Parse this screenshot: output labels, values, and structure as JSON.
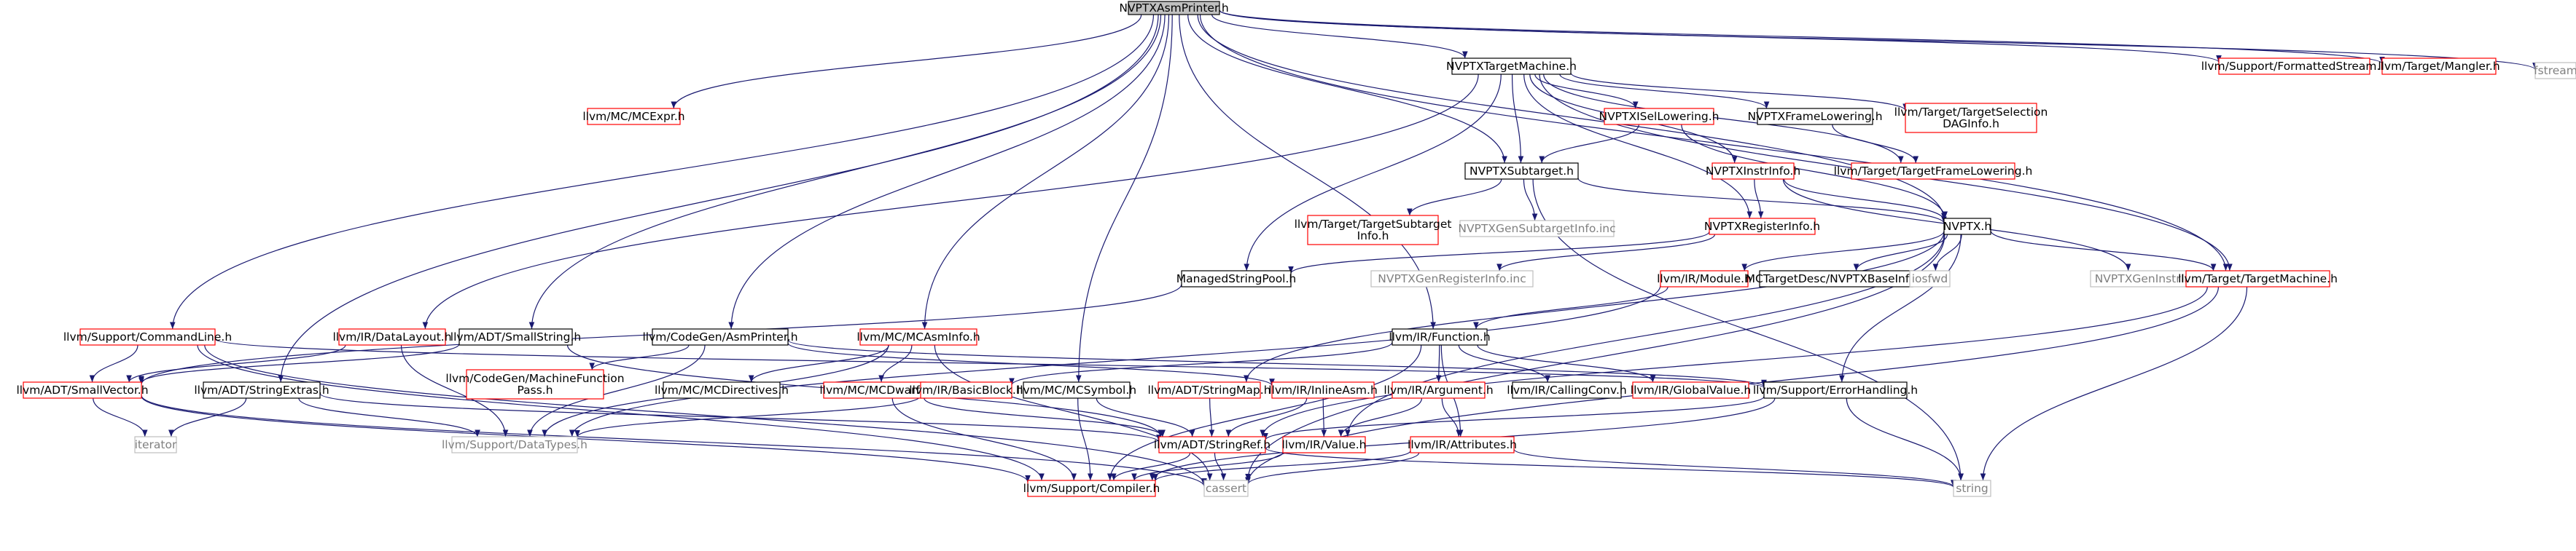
{
  "colors": {
    "edge": "#191970",
    "black_border": "#000000",
    "red_border": "#ff0000",
    "gray_border": "#bfbfbf",
    "root_fill": "#bfbfbf",
    "node_fill": "#ffffff",
    "text": "#000000",
    "gray_text": "#808080"
  },
  "nodes": {
    "NVPTXAsmPrinter_h": {
      "label": "NVPTXAsmPrinter.h",
      "style": "root"
    },
    "fstream": {
      "label": "fstream",
      "style": "plain"
    },
    "FormattedStream_h": {
      "label": "llvm/Support/FormattedStream.h",
      "style": "red"
    },
    "Mangler_h": {
      "label": "llvm/Target/Mangler.h",
      "style": "red"
    },
    "NVPTXTargetMachine_h": {
      "label": "NVPTXTargetMachine.h",
      "style": "black"
    },
    "MCExpr_h": {
      "label": "llvm/MC/MCExpr.h",
      "style": "red"
    },
    "NVPTXISelLowering_h": {
      "label": "NVPTXISelLowering.h",
      "style": "red"
    },
    "NVPTXFrameLowering_h": {
      "label": "NVPTXFrameLowering.h",
      "style": "black"
    },
    "TargetSelectionDAGInfo_h": {
      "label": [
        "llvm/Target/TargetSelection",
        "DAGInfo.h"
      ],
      "style": "red"
    },
    "NVPTXSubtarget_h": {
      "label": "NVPTXSubtarget.h",
      "style": "black"
    },
    "NVPTXInstrInfo_h": {
      "label": "NVPTXInstrInfo.h",
      "style": "red"
    },
    "TargetFrameLowering_h": {
      "label": "llvm/Target/TargetFrameLowering.h",
      "style": "red"
    },
    "TargetSubtargetInfo_h": {
      "label": [
        "llvm/Target/TargetSubtarget",
        "Info.h"
      ],
      "style": "red"
    },
    "NVPTXGenSubtargetInfo_inc": {
      "label": "NVPTXGenSubtargetInfo.inc",
      "style": "plain"
    },
    "NVPTXRegisterInfo_h": {
      "label": "NVPTXRegisterInfo.h",
      "style": "red"
    },
    "NVPTX_h": {
      "label": "NVPTX.h",
      "style": "black"
    },
    "ManagedStringPool_h": {
      "label": "ManagedStringPool.h",
      "style": "black"
    },
    "NVPTXGenRegisterInfo_inc": {
      "label": "NVPTXGenRegisterInfo.inc",
      "style": "plain"
    },
    "Module_h": {
      "label": "llvm/IR/Module.h",
      "style": "red"
    },
    "NVPTXBaseInfo_h": {
      "label": "MCTargetDesc/NVPTXBaseInfo.h",
      "style": "black"
    },
    "iosfwd": {
      "label": "iosfwd",
      "style": "plain"
    },
    "NVPTXGenInstrInfo_inc": {
      "label": "NVPTXGenInstrInfo.inc",
      "style": "plain"
    },
    "TargetMachine_h": {
      "label": "llvm/Target/TargetMachine.h",
      "style": "red"
    },
    "CommandLine_h": {
      "label": "llvm/Support/CommandLine.h",
      "style": "red"
    },
    "DataLayout_h": {
      "label": "llvm/IR/DataLayout.h",
      "style": "red"
    },
    "SmallString_h": {
      "label": "llvm/ADT/SmallString.h",
      "style": "black"
    },
    "AsmPrinter_h": {
      "label": "llvm/CodeGen/AsmPrinter.h",
      "style": "black"
    },
    "MCAsmInfo_h": {
      "label": "llvm/MC/MCAsmInfo.h",
      "style": "red"
    },
    "Function_h": {
      "label": "llvm/IR/Function.h",
      "style": "black"
    },
    "SmallVector_h": {
      "label": "llvm/ADT/SmallVector.h",
      "style": "red"
    },
    "StringExtras_h": {
      "label": "llvm/ADT/StringExtras.h",
      "style": "black"
    },
    "MachineFunctionPass_h": {
      "label": [
        "llvm/CodeGen/MachineFunction",
        "Pass.h"
      ],
      "style": "red"
    },
    "MCDirectives_h": {
      "label": "llvm/MC/MCDirectives.h",
      "style": "black"
    },
    "MCDwarf_h": {
      "label": "llvm/MC/MCDwarf.h",
      "style": "red"
    },
    "BasicBlock_h": {
      "label": "llvm/IR/BasicBlock.h",
      "style": "red"
    },
    "MCSymbol_h": {
      "label": "llvm/MC/MCSymbol.h",
      "style": "black"
    },
    "StringMap_h": {
      "label": "llvm/ADT/StringMap.h",
      "style": "red"
    },
    "InlineAsm_h": {
      "label": "llvm/IR/InlineAsm.h",
      "style": "red"
    },
    "Argument_h": {
      "label": "llvm/IR/Argument.h",
      "style": "red"
    },
    "CallingConv_h": {
      "label": "llvm/IR/CallingConv.h",
      "style": "black"
    },
    "GlobalValue_h": {
      "label": "llvm/IR/GlobalValue.h",
      "style": "red"
    },
    "ErrorHandling_h": {
      "label": "llvm/Support/ErrorHandling.h",
      "style": "black"
    },
    "iterator": {
      "label": "iterator",
      "style": "plain"
    },
    "DataTypes_h": {
      "label": "llvm/Support/DataTypes.h",
      "style": "plain"
    },
    "StringRef_h": {
      "label": "llvm/ADT/StringRef.h",
      "style": "red"
    },
    "Value_h": {
      "label": "llvm/IR/Value.h",
      "style": "red"
    },
    "Attributes_h": {
      "label": "llvm/IR/Attributes.h",
      "style": "red"
    },
    "Compiler_h": {
      "label": "llvm/Support/Compiler.h",
      "style": "red"
    },
    "cassert": {
      "label": "cassert",
      "style": "plain"
    },
    "string": {
      "label": "string",
      "style": "plain"
    }
  },
  "edges": [
    [
      "NVPTXAsmPrinter_h",
      "NVPTXTargetMachine_h"
    ],
    [
      "NVPTXAsmPrinter_h",
      "fstream"
    ],
    [
      "NVPTXAsmPrinter_h",
      "FormattedStream_h"
    ],
    [
      "NVPTXAsmPrinter_h",
      "Mangler_h"
    ],
    [
      "NVPTXAsmPrinter_h",
      "MCExpr_h"
    ],
    [
      "NVPTXAsmPrinter_h",
      "NVPTXSubtarget_h"
    ],
    [
      "NVPTXAsmPrinter_h",
      "NVPTX_h"
    ],
    [
      "NVPTXAsmPrinter_h",
      "TargetMachine_h"
    ],
    [
      "NVPTXAsmPrinter_h",
      "CommandLine_h"
    ],
    [
      "NVPTXAsmPrinter_h",
      "SmallString_h"
    ],
    [
      "NVPTXAsmPrinter_h",
      "AsmPrinter_h"
    ],
    [
      "NVPTXAsmPrinter_h",
      "MCAsmInfo_h"
    ],
    [
      "NVPTXAsmPrinter_h",
      "Function_h"
    ],
    [
      "NVPTXAsmPrinter_h",
      "StringExtras_h"
    ],
    [
      "NVPTXAsmPrinter_h",
      "MCSymbol_h"
    ],
    [
      "NVPTXTargetMachine_h",
      "NVPTXISelLowering_h"
    ],
    [
      "NVPTXTargetMachine_h",
      "NVPTXFrameLowering_h"
    ],
    [
      "NVPTXTargetMachine_h",
      "TargetSelectionDAGInfo_h"
    ],
    [
      "NVPTXTargetMachine_h",
      "NVPTXSubtarget_h"
    ],
    [
      "NVPTXTargetMachine_h",
      "NVPTXInstrInfo_h"
    ],
    [
      "NVPTXTargetMachine_h",
      "TargetFrameLowering_h"
    ],
    [
      "NVPTXTargetMachine_h",
      "NVPTXRegisterInfo_h"
    ],
    [
      "NVPTXTargetMachine_h",
      "ManagedStringPool_h"
    ],
    [
      "NVPTXTargetMachine_h",
      "TargetMachine_h"
    ],
    [
      "NVPTXTargetMachine_h",
      "DataLayout_h"
    ],
    [
      "NVPTXISelLowering_h",
      "NVPTXSubtarget_h"
    ],
    [
      "NVPTXISelLowering_h",
      "NVPTX_h"
    ],
    [
      "NVPTXFrameLowering_h",
      "TargetFrameLowering_h"
    ],
    [
      "NVPTXSubtarget_h",
      "TargetSubtargetInfo_h"
    ],
    [
      "NVPTXSubtarget_h",
      "NVPTXGenSubtargetInfo_inc"
    ],
    [
      "NVPTXSubtarget_h",
      "NVPTX_h"
    ],
    [
      "NVPTXSubtarget_h",
      "string"
    ],
    [
      "NVPTXInstrInfo_h",
      "NVPTXRegisterInfo_h"
    ],
    [
      "NVPTXInstrInfo_h",
      "NVPTX_h"
    ],
    [
      "NVPTXInstrInfo_h",
      "NVPTXGenInstrInfo_inc"
    ],
    [
      "NVPTXRegisterInfo_h",
      "ManagedStringPool_h"
    ],
    [
      "NVPTXRegisterInfo_h",
      "NVPTXGenRegisterInfo_inc"
    ],
    [
      "NVPTX_h",
      "Module_h"
    ],
    [
      "NVPTX_h",
      "NVPTXBaseInfo_h"
    ],
    [
      "NVPTX_h",
      "iosfwd"
    ],
    [
      "NVPTX_h",
      "TargetMachine_h"
    ],
    [
      "NVPTX_h",
      "ErrorHandling_h"
    ],
    [
      "NVPTX_h",
      "Value_h"
    ],
    [
      "NVPTX_h",
      "cassert"
    ],
    [
      "NVPTX_h",
      "StringMap_h"
    ],
    [
      "ManagedStringPool_h",
      "SmallVector_h"
    ],
    [
      "Module_h",
      "Function_h"
    ],
    [
      "Module_h",
      "DataTypes_h"
    ],
    [
      "TargetMachine_h",
      "StringRef_h"
    ],
    [
      "TargetMachine_h",
      "cassert"
    ],
    [
      "TargetMachine_h",
      "string"
    ],
    [
      "CommandLine_h",
      "SmallVector_h"
    ],
    [
      "CommandLine_h",
      "Compiler_h"
    ],
    [
      "CommandLine_h",
      "ErrorHandling_h"
    ],
    [
      "CommandLine_h",
      "cassert"
    ],
    [
      "DataLayout_h",
      "SmallVector_h"
    ],
    [
      "DataLayout_h",
      "DataTypes_h"
    ],
    [
      "SmallString_h",
      "SmallVector_h"
    ],
    [
      "SmallString_h",
      "StringRef_h"
    ],
    [
      "AsmPrinter_h",
      "MachineFunctionPass_h"
    ],
    [
      "AsmPrinter_h",
      "InlineAsm_h"
    ],
    [
      "AsmPrinter_h",
      "DataTypes_h"
    ],
    [
      "AsmPrinter_h",
      "ErrorHandling_h"
    ],
    [
      "MCAsmInfo_h",
      "MCDirectives_h"
    ],
    [
      "MCAsmInfo_h",
      "MCDwarf_h"
    ],
    [
      "MCAsmInfo_h",
      "cassert"
    ],
    [
      "MCAsmInfo_h",
      "DataTypes_h"
    ],
    [
      "Function_h",
      "BasicBlock_h"
    ],
    [
      "Function_h",
      "Argument_h"
    ],
    [
      "Function_h",
      "CallingConv_h"
    ],
    [
      "Function_h",
      "GlobalValue_h"
    ],
    [
      "Function_h",
      "Attributes_h"
    ],
    [
      "Function_h",
      "Compiler_h"
    ],
    [
      "SmallVector_h",
      "iterator"
    ],
    [
      "SmallVector_h",
      "Compiler_h"
    ],
    [
      "SmallVector_h",
      "cassert"
    ],
    [
      "StringExtras_h",
      "iterator"
    ],
    [
      "StringExtras_h",
      "StringRef_h"
    ],
    [
      "StringExtras_h",
      "DataTypes_h"
    ],
    [
      "MCDwarf_h",
      "StringRef_h"
    ],
    [
      "MCDwarf_h",
      "Compiler_h"
    ],
    [
      "BasicBlock_h",
      "DataTypes_h"
    ],
    [
      "MCSymbol_h",
      "StringRef_h"
    ],
    [
      "MCSymbol_h",
      "Compiler_h"
    ],
    [
      "StringMap_h",
      "StringRef_h"
    ],
    [
      "InlineAsm_h",
      "Value_h"
    ],
    [
      "InlineAsm_h",
      "StringRef_h"
    ],
    [
      "Argument_h",
      "Value_h"
    ],
    [
      "Argument_h",
      "Attributes_h"
    ],
    [
      "ErrorHandling_h",
      "StringRef_h"
    ],
    [
      "ErrorHandling_h",
      "Compiler_h"
    ],
    [
      "ErrorHandling_h",
      "string"
    ],
    [
      "StringRef_h",
      "cassert"
    ],
    [
      "StringRef_h",
      "string"
    ],
    [
      "StringRef_h",
      "Compiler_h"
    ],
    [
      "Value_h",
      "Compiler_h"
    ],
    [
      "Attributes_h",
      "cassert"
    ],
    [
      "Attributes_h",
      "string"
    ],
    [
      "Attributes_h",
      "Compiler_h"
    ]
  ]
}
